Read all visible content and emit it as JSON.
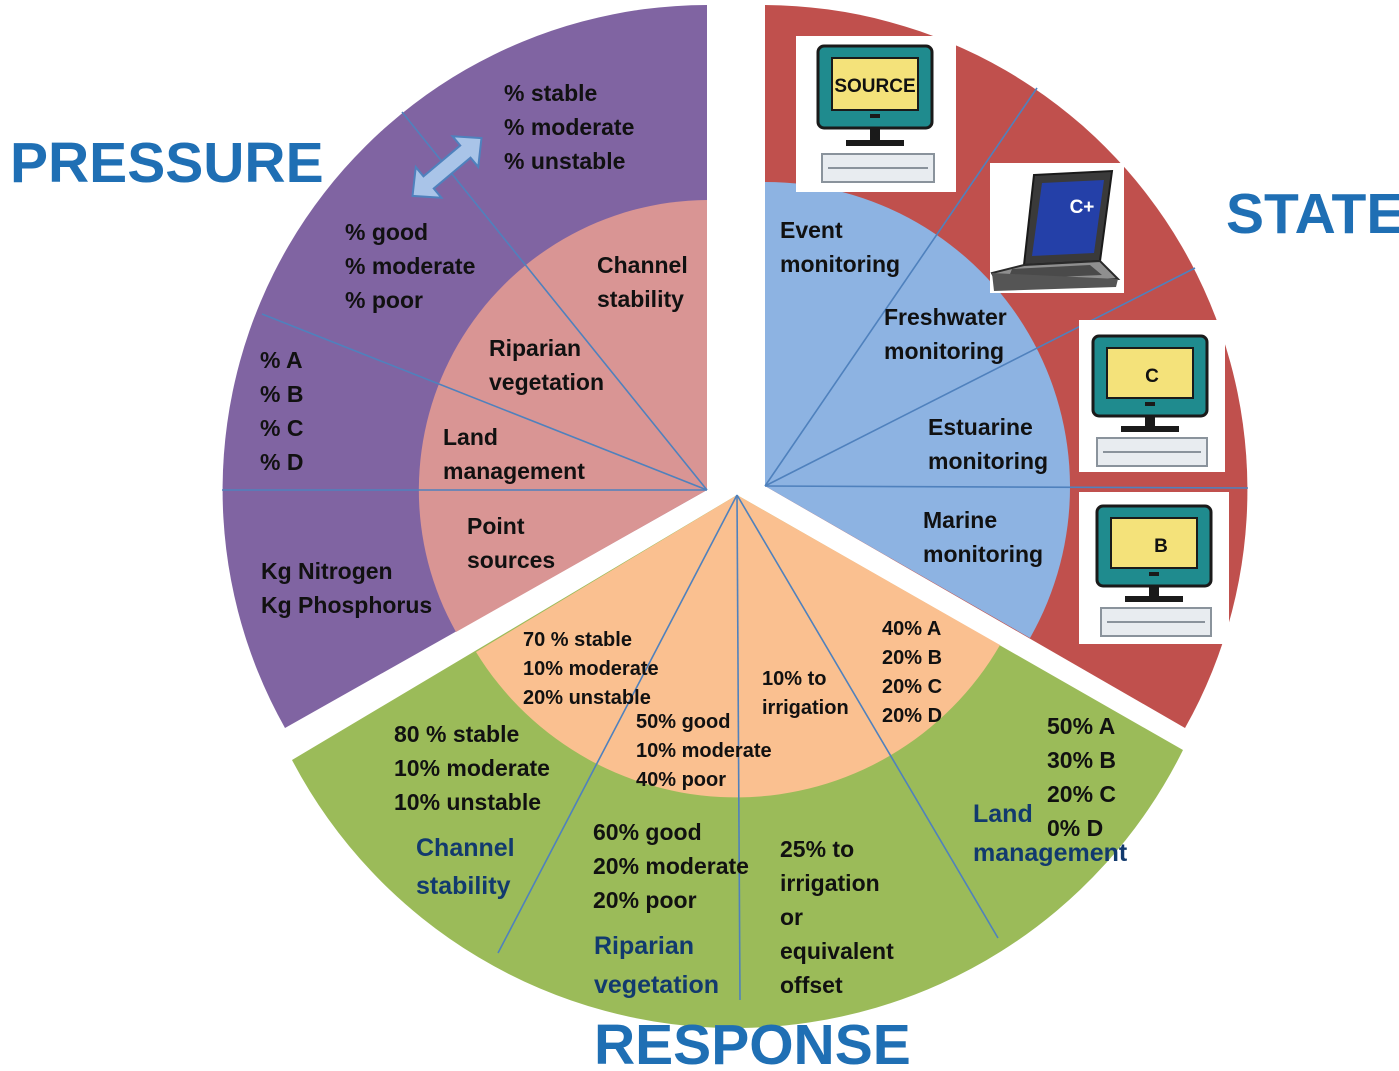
{
  "headings": {
    "pressure": "PRESSURE",
    "state": "STATE",
    "response": "RESPONSE"
  },
  "pressure_outer": {
    "stability": [
      "% stable",
      "% moderate",
      "% unstable"
    ],
    "vegetation": [
      "% good",
      "% moderate",
      "% poor"
    ],
    "grades": [
      "% A",
      "% B",
      "% C",
      "% D"
    ],
    "nutrients": [
      "Kg  Nitrogen",
      "Kg Phosphorus"
    ]
  },
  "pressure_inner": {
    "channel": [
      "Channel",
      "stability"
    ],
    "riparian": [
      "Riparian",
      "vegetation"
    ],
    "land": [
      "Land",
      "management"
    ],
    "point": [
      "Point",
      "sources"
    ]
  },
  "state_inner": {
    "event": [
      "Event",
      "monitoring"
    ],
    "freshwater": [
      "Freshwater",
      "monitoring"
    ],
    "estuarine": [
      "Estuarine",
      "monitoring"
    ],
    "marine": [
      "Marine",
      "monitoring"
    ]
  },
  "state_monitors": {
    "m1": "SOURCE",
    "m2": "C+",
    "m3": "C",
    "m4": "B"
  },
  "response_inner": {
    "stability": [
      "70 % stable",
      "10% moderate",
      "20% unstable"
    ],
    "vegetation": [
      "50% good",
      "10% moderate",
      "40% poor"
    ],
    "irrigation": [
      "10% to",
      "irrigation"
    ],
    "grades": [
      "40% A",
      "20% B",
      "20% C",
      "20% D"
    ]
  },
  "response_outer": {
    "stability_values": [
      "80 % stable",
      "10% moderate",
      "10% unstable"
    ],
    "stability_label": [
      "Channel",
      "stability"
    ],
    "vegetation_values": [
      "60% good",
      "20% moderate",
      "20% poor"
    ],
    "vegetation_label": [
      "Riparian",
      "vegetation"
    ],
    "irrigation": [
      "25% to",
      "irrigation",
      "or",
      "equivalent",
      "offset"
    ],
    "grades": [
      "50% A",
      "30% B",
      "20% C",
      "0% D"
    ],
    "land_label": [
      "Land",
      "management"
    ]
  },
  "colors": {
    "pressure_outer": "#8064a2",
    "pressure_inner": "#d99594",
    "state_outer": "#c0504d",
    "state_inner": "#8db3e2",
    "response_outer": "#9bbb59",
    "response_inner": "#fac090",
    "divider": "#4f81bd",
    "heading": "#1f6fb4"
  }
}
